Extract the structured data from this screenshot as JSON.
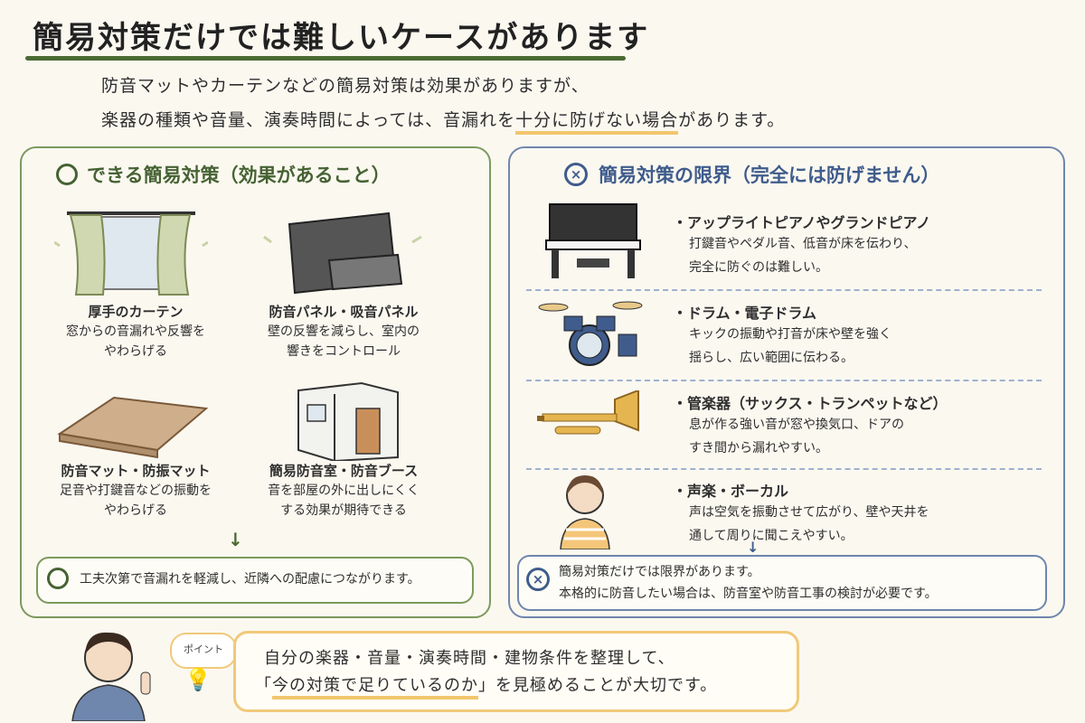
{
  "title": "簡易対策だけでは難しいケースがあります",
  "intro": {
    "line1": "防音マットやカーテンなどの簡易対策は効果がありますが、",
    "line2_before": "楽器の種類や音量、演奏時間によっては、音漏れを",
    "line2_highlight": "十分に防げない場合",
    "line2_after": "があります。"
  },
  "left_panel": {
    "heading": "できる簡易対策（効果があること）",
    "items": [
      {
        "title": "厚手のカーテン",
        "desc1": "窓からの音漏れや反響を",
        "desc2": "やわらげる"
      },
      {
        "title": "防音パネル・吸音パネル",
        "desc1": "壁の反響を減らし、室内の",
        "desc2": "響きをコントロール"
      },
      {
        "title": "防音マット・防振マット",
        "desc1": "足音や打鍵音などの振動を",
        "desc2": "やわらげる"
      },
      {
        "title": "簡易防音室・防音ブース",
        "desc1": "音を部屋の外に出しにくく",
        "desc2": "する効果が期待できる"
      }
    ],
    "note": "工夫次第で音漏れを軽減し、近隣への配慮につながります。"
  },
  "right_panel": {
    "heading": "簡易対策の限界（完全には防げません）",
    "rows": [
      {
        "title": "・アップライトピアノやグランドピアノ",
        "desc1": "打鍵音やペダル音、低音が床を伝わり、",
        "desc2": "完全に防ぐのは難しい。"
      },
      {
        "title": "・ドラム・電子ドラム",
        "desc1": "キックの振動や打音が床や壁を強く",
        "desc2": "揺らし、広い範囲に伝わる。"
      },
      {
        "title": "・管楽器（サックス・トランペットなど）",
        "desc1": "息が作る強い音が窓や換気口、ドアの",
        "desc2": "すき間から漏れやすい。"
      },
      {
        "title": "・声楽・ボーカル",
        "desc1": "声は空気を振動させて広がり、壁や天井を",
        "desc2": "通して周りに聞こえやすい。"
      }
    ],
    "note1": "簡易対策だけでは限界があります。",
    "note2": "本格的に防音したい場合は、防音室や防音工事の検討が必要です。"
  },
  "point": {
    "label": "ポイント",
    "line1": "自分の楽器・音量・演奏時間・建物条件を整理して、",
    "line2_before": "「",
    "line2_highlight": "今の対策で足りているのか",
    "line2_after": "」を見極めることが大切です。"
  },
  "colors": {
    "green": "#466233",
    "blue": "#3f5c8c",
    "highlight": "#f2c66d"
  }
}
